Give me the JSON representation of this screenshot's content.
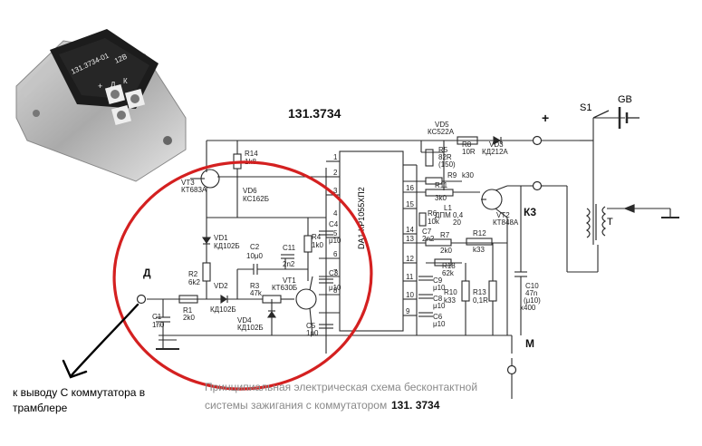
{
  "title": "131.3734",
  "module": {
    "label_line1": "131.3734-01",
    "label_line2": "12В",
    "plus": "+",
    "d": "Д",
    "k": "К"
  },
  "terminals": {
    "plus": "+",
    "k3": "К3",
    "m": "М",
    "d": "Д"
  },
  "switch": {
    "s1": "S1",
    "gb": "GB",
    "t": "T"
  },
  "ic": {
    "name": "DA1 КР1055ХП2",
    "pins": [
      "1",
      "2",
      "3",
      "4",
      "5",
      "6",
      "7",
      "8",
      "9",
      "10",
      "11",
      "12",
      "13",
      "14",
      "15",
      "16"
    ]
  },
  "components": {
    "vd5": "VD5",
    "vd5_t": "КС522А",
    "r5": "R5",
    "r5_v": "82R",
    "r5_v2": "(150)",
    "r8": "R8",
    "r8_v": "10R",
    "vd3": "VD3",
    "vd3_t": "КД212А",
    "r9": "R9",
    "r9_v": "k30",
    "r14": "R14",
    "r14_v": "1k8",
    "vd6": "VD6",
    "vd6_t": "КС162Б",
    "vt3": "VT3",
    "vt3_t": "КТ683А",
    "r11": "R11",
    "r11_v": "3k0",
    "r6": "R6",
    "r6_v": "10k",
    "l1": "L1",
    "l1_v": "ДПМ 0,4",
    "l1_v2": "20",
    "vt2": "VT2",
    "vt2_t": "КТ848А",
    "c7": "C7",
    "c7_v": "2n2",
    "r7": "R7",
    "r7_v": "2k0",
    "r12": "R12",
    "r12_v": "k33",
    "c4": "C4",
    "c4_v": "μ10",
    "vd1": "VD1",
    "vd1_t": "КД102Б",
    "c2": "C2",
    "c2_v": "10μ0",
    "c11": "C11",
    "c11_v": "2n2",
    "r4": "R4",
    "r4_v": "1k0",
    "r18": "R18",
    "r18_v": "62k",
    "r2": "R2",
    "r2_v": "6k2",
    "vd2": "VD2",
    "vd2_t": "КД102Б",
    "r3": "R3",
    "r3_v": "47k",
    "vt1": "VT1",
    "vt1_t": "КТ630Б",
    "c3": "C3",
    "c3_v": "μ10",
    "c9": "C9",
    "c9_v": "μ10",
    "c8": "C8",
    "c8_v": "μ10",
    "c6": "C6",
    "c6_v": "μ10",
    "r10": "R10",
    "r10_v": "k33",
    "r13": "R13",
    "r13_v": "0,1R",
    "c10": "C10",
    "c10_v": "47n",
    "c10_v2": "(μ10)",
    "c10_v3": "x400",
    "c1": "C1",
    "c1_v": "1n0",
    "r1": "R1",
    "r1_v": "2k0",
    "vd4": "VD4",
    "vd4_t": "КД102Б",
    "c5": "C5",
    "c5_v": "1μ0"
  },
  "caption": {
    "line1": "Принципиальная электрическая схема бесконтактной",
    "line2a": "системы зажигания с  коммутатором",
    "line2b": "131. 3734"
  },
  "annotation": {
    "line1": "к выводу С коммутатора в",
    "line2": "трамблере"
  },
  "colors": {
    "highlight": "#d42020",
    "wire": "#2a2a2a",
    "annotation_arrow": "#000000"
  }
}
